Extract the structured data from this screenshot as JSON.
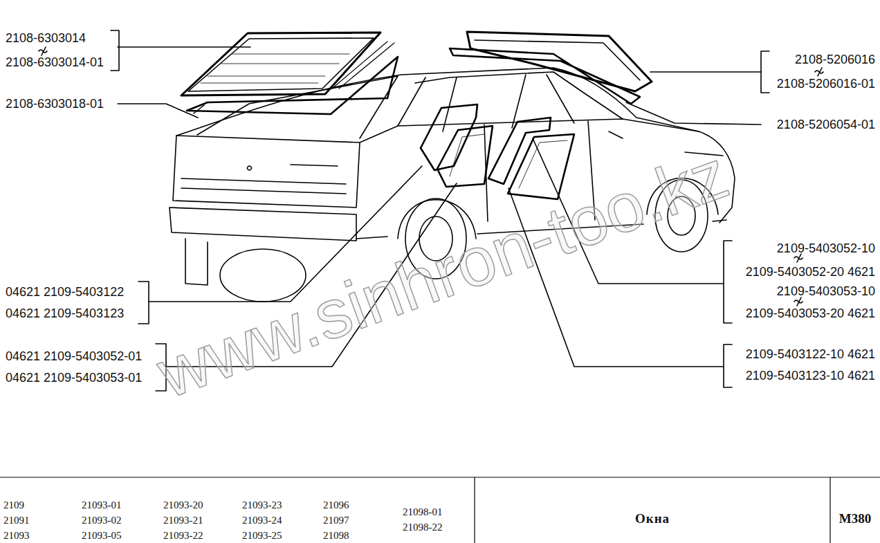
{
  "diagram": {
    "title": "Окна",
    "labels": [
      "2108-6303014",
      "2108-6303014-01",
      "2108-6303018-01",
      "2108-5206016",
      "2108-5206016-01",
      "2108-5206054-01",
      "2109-5403052-10",
      "2109-5403052-20 4621",
      "2109-5403053-10",
      "2109-5403053-20 4621",
      "04621 2109-5403122",
      "04621 2109-5403123",
      "04621 2109-5403052-01",
      "04621 2109-5403053-01",
      "2109-5403122-10 4621",
      "2109-5403123-10 4621",
      "www.sinhron-too.kz",
      "2109",
      "21091",
      "21093",
      "21093-01",
      "21093-02",
      "21093-05",
      "21093-20",
      "21093-21",
      "21093-22",
      "21093-23",
      "21093-24",
      "21093-25",
      "21096",
      "21097",
      "21098",
      "21098-01",
      "21098-22",
      "M380"
    ]
  }
}
